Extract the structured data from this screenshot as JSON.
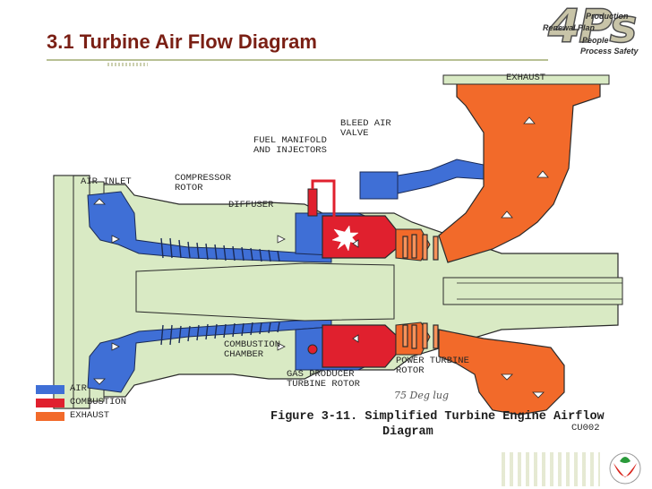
{
  "slide": {
    "title": "3.1 Turbine Air Flow Diagram"
  },
  "logo": {
    "big": "4Ps",
    "line1": "Production",
    "line2": "Renewal Plan",
    "line3": "People",
    "line4": "Process Safety"
  },
  "diagram": {
    "labels": {
      "exhaust": "EXHAUST",
      "bleed_air_valve_1": "BLEED AIR",
      "bleed_air_valve_2": "VALVE",
      "fuel_manifold_1": "FUEL MANIFOLD",
      "fuel_manifold_2": "AND INJECTORS",
      "air_inlet": "AIR INLET",
      "compressor_rotor_1": "COMPRESSOR",
      "compressor_rotor_2": "ROTOR",
      "diffuser": "DIFFUSER",
      "combustion_chamber_1": "COMBUSTION",
      "combustion_chamber_2": "CHAMBER",
      "gas_producer_1": "GAS PRODUCER",
      "gas_producer_2": "TURBINE ROTOR",
      "power_turbine_1": "POWER TURBINE",
      "power_turbine_2": "ROTOR",
      "code": "CU002",
      "handwritten": "75 Deg lug"
    },
    "legend": [
      {
        "label": "AIR",
        "color": "#3f6fd6"
      },
      {
        "label": "COMBUSTION",
        "color": "#e0202e"
      },
      {
        "label": "EXHAUST",
        "color": "#f26a2a"
      }
    ],
    "caption_line1": "Figure 3-11.  Simplified Turbine Engine Airflow",
    "caption_line2": "Diagram",
    "colors": {
      "air": "#3f6fd6",
      "combustion": "#e0202e",
      "exhaust": "#f26a2a",
      "casing": "#d9eac4",
      "outline": "#2a2a2a"
    }
  }
}
